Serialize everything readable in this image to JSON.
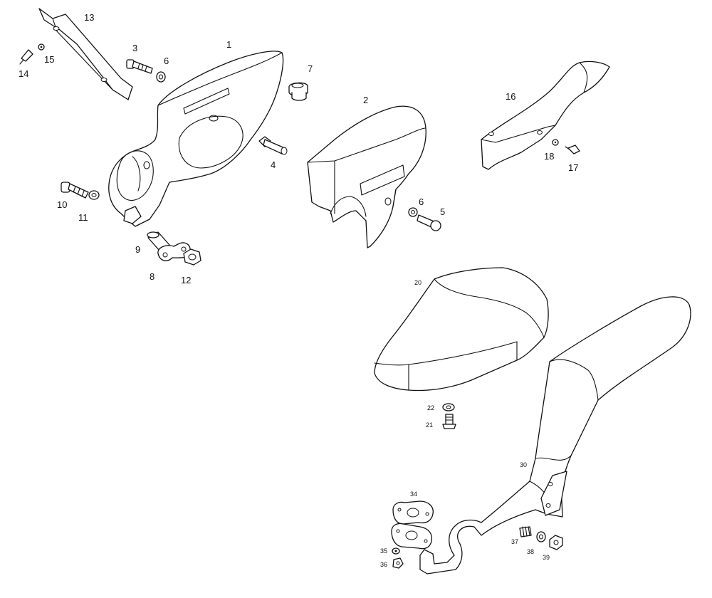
{
  "diagram": {
    "callouts": [
      "1",
      "2",
      "3",
      "4",
      "5",
      "6",
      "6",
      "7",
      "8",
      "9",
      "10",
      "11",
      "12",
      "13",
      "14",
      "15",
      "16",
      "17",
      "18",
      "20",
      "21",
      "22",
      "30",
      "34",
      "35",
      "36",
      "37",
      "38",
      "39"
    ]
  }
}
